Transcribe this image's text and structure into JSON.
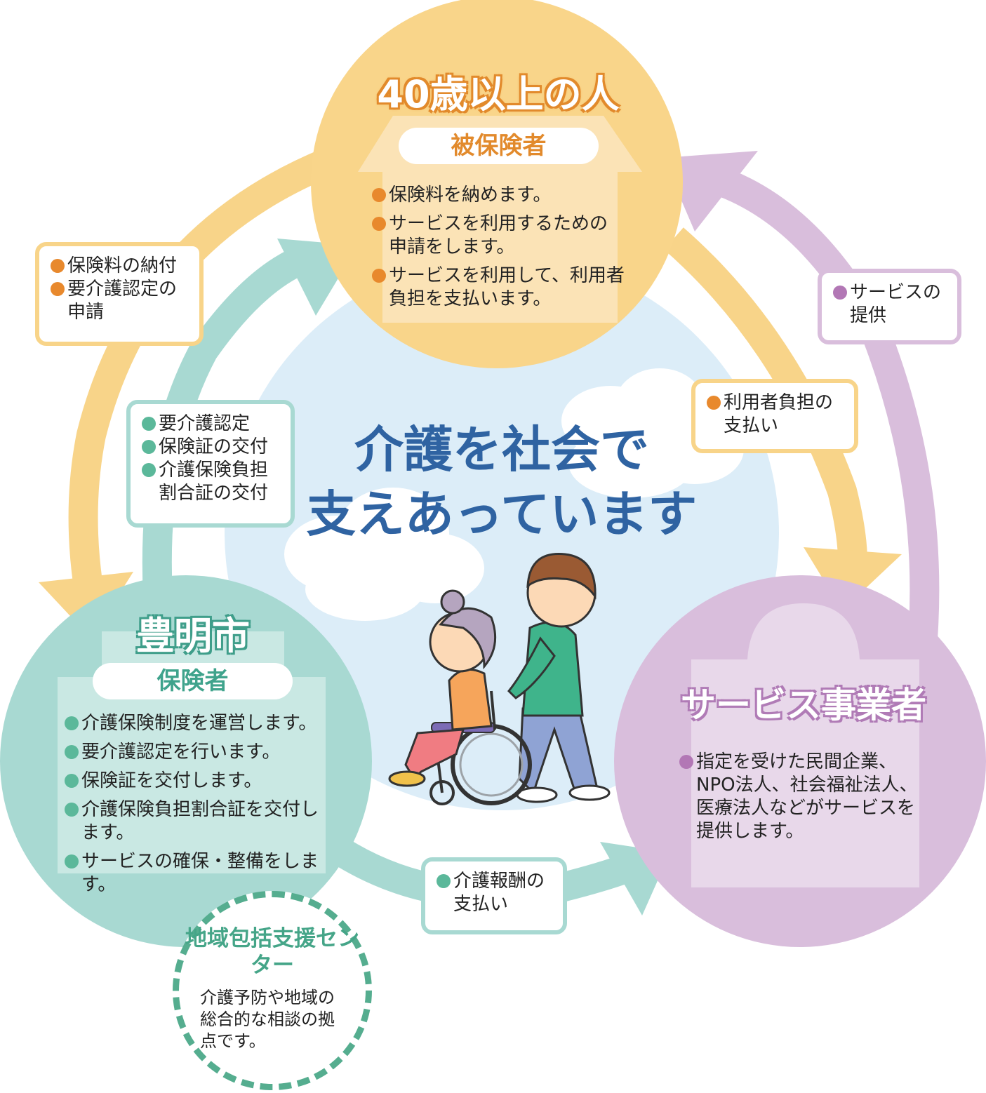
{
  "colors": {
    "orange": "#f8d489",
    "teal": "#a8d9d2",
    "purple": "#d9bedc",
    "sky": "#dcedf8",
    "title_blue": "#2f63a2",
    "bullet_orange": "#e8892d",
    "bullet_teal": "#5bb89a",
    "bullet_purple": "#b277b5"
  },
  "center": {
    "line1": "介護を社会で",
    "line2": "支えあっています"
  },
  "insured": {
    "title": "40歳以上の人",
    "role": "被保険者",
    "items": [
      "保険料を納めます。",
      "サービスを利用するための申請をします。",
      "サービスを利用して、利用者負担を支払います。"
    ]
  },
  "city": {
    "title": "豊明市",
    "role": "保険者",
    "items": [
      "介護保険制度を運営します。",
      "要介護認定を行います。",
      "保険証を交付します。",
      "介護保険負担割合証を交付します。",
      "サービスの確保・整備をします。"
    ]
  },
  "provider": {
    "title": "サービス事業者",
    "items": [
      "指定を受けた民間企業、NPO法人、社会福祉法人、医療法人などがサービスを提供します。"
    ]
  },
  "flows": {
    "insured_to_city": [
      "保険料の納付",
      "要介護認定の申請"
    ],
    "city_to_insured": [
      "要介護認定",
      "保険証の交付",
      "介護保険負担割合証の交付"
    ],
    "insured_to_provider": [
      "利用者負担の支払い"
    ],
    "provider_to_insured": [
      "サービスの提供"
    ],
    "city_to_provider": [
      "介護報酬の支払い"
    ]
  },
  "support_center": {
    "title": "地域包括支援センター",
    "description": "介護予防や地域の総合的な相談の拠点です。"
  }
}
